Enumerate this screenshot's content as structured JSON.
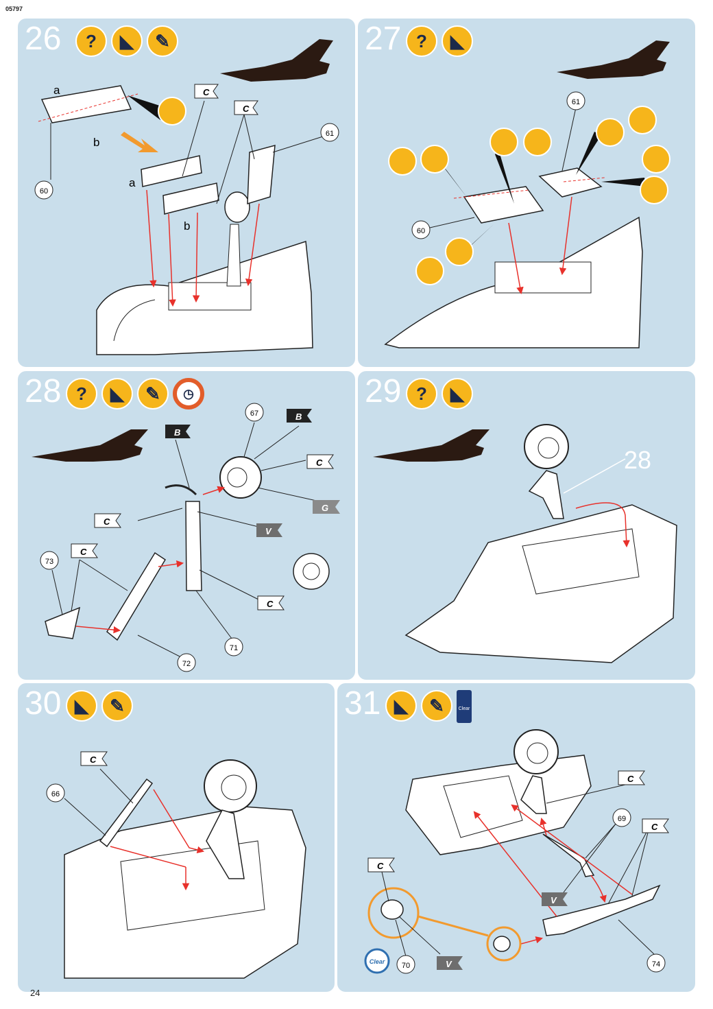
{
  "page": {
    "code": "05797",
    "page_number": "24"
  },
  "colors": {
    "panel": "#c9deeb",
    "icon": "#f6b51b",
    "arrow": "#e8312b",
    "orange": "#f29a2e",
    "clock": "#e25d2a"
  },
  "steps": [
    {
      "number": "26",
      "icons": [
        "question-icon",
        "glue-icon",
        "paint-brush-icon"
      ],
      "labels": {
        "a1": "a",
        "b1": "b",
        "a2": "a",
        "b2": "b",
        "p60": "60",
        "p61": "61",
        "c1": "C",
        "c2": "C"
      }
    },
    {
      "number": "27",
      "icons": [
        "question-icon",
        "glue-icon"
      ],
      "labels": {
        "p61": "61",
        "p60": "60"
      }
    },
    {
      "number": "28",
      "icons": [
        "question-icon",
        "glue-icon",
        "paint-brush-icon",
        "clock-icon"
      ],
      "labels": {
        "p67": "67",
        "p73": "73",
        "p72": "72",
        "p71": "71",
        "B1": "B",
        "B2": "B",
        "C1": "C",
        "C2": "C",
        "C3": "C",
        "C4": "C",
        "G": "G",
        "V": "V"
      }
    },
    {
      "number": "29",
      "icons": [
        "question-icon",
        "glue-icon"
      ],
      "labels": {
        "ref": "28"
      }
    },
    {
      "number": "30",
      "icons": [
        "glue-icon",
        "paint-brush-icon"
      ],
      "labels": {
        "p66": "66",
        "C1": "C"
      }
    },
    {
      "number": "31",
      "icons": [
        "glue-icon",
        "paint-brush-icon",
        "clear-bottle-icon"
      ],
      "labels": {
        "p69": "69",
        "p70": "70",
        "p74": "74",
        "C1": "C",
        "C2": "C",
        "C3": "C",
        "V1": "V",
        "V2": "V",
        "clear": "Clear",
        "bottle": "Clear"
      }
    }
  ]
}
